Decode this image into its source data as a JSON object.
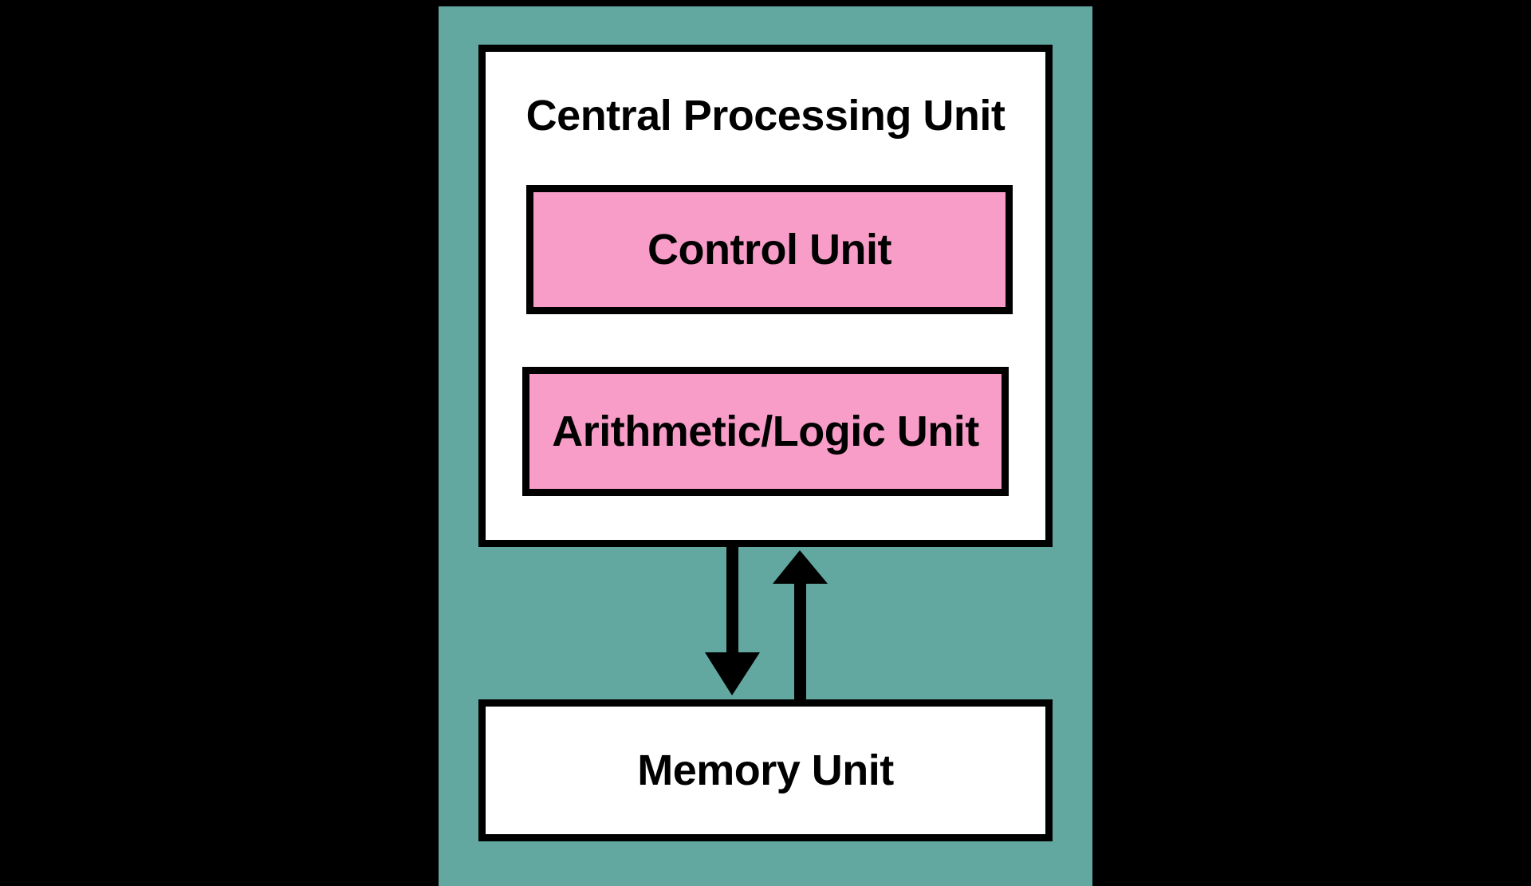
{
  "diagram": {
    "title": "Central Processing Unit and Memory Unit block diagram",
    "background_color": "#000000",
    "panel": {
      "name": "computer-system",
      "fill_color": "#62A8A1"
    },
    "cpu": {
      "label": "Central Processing Unit",
      "fill_color": "#FFFFFF",
      "border_color": "#000000",
      "units": [
        {
          "id": "control-unit",
          "label": "Control Unit",
          "fill_color": "#F79DC8",
          "border_color": "#000000"
        },
        {
          "id": "alu-unit",
          "label": "Arithmetic/Logic Unit",
          "fill_color": "#F79DC8",
          "border_color": "#000000"
        }
      ]
    },
    "memory": {
      "label": "Memory Unit",
      "fill_color": "#FFFFFF",
      "border_color": "#000000"
    },
    "connectors": [
      {
        "id": "cpu-to-memory",
        "direction": "down",
        "from": "Central Processing Unit",
        "to": "Memory Unit",
        "color": "#000000"
      },
      {
        "id": "memory-to-cpu",
        "direction": "up",
        "from": "Memory Unit",
        "to": "Central Processing Unit",
        "color": "#000000"
      }
    ]
  }
}
